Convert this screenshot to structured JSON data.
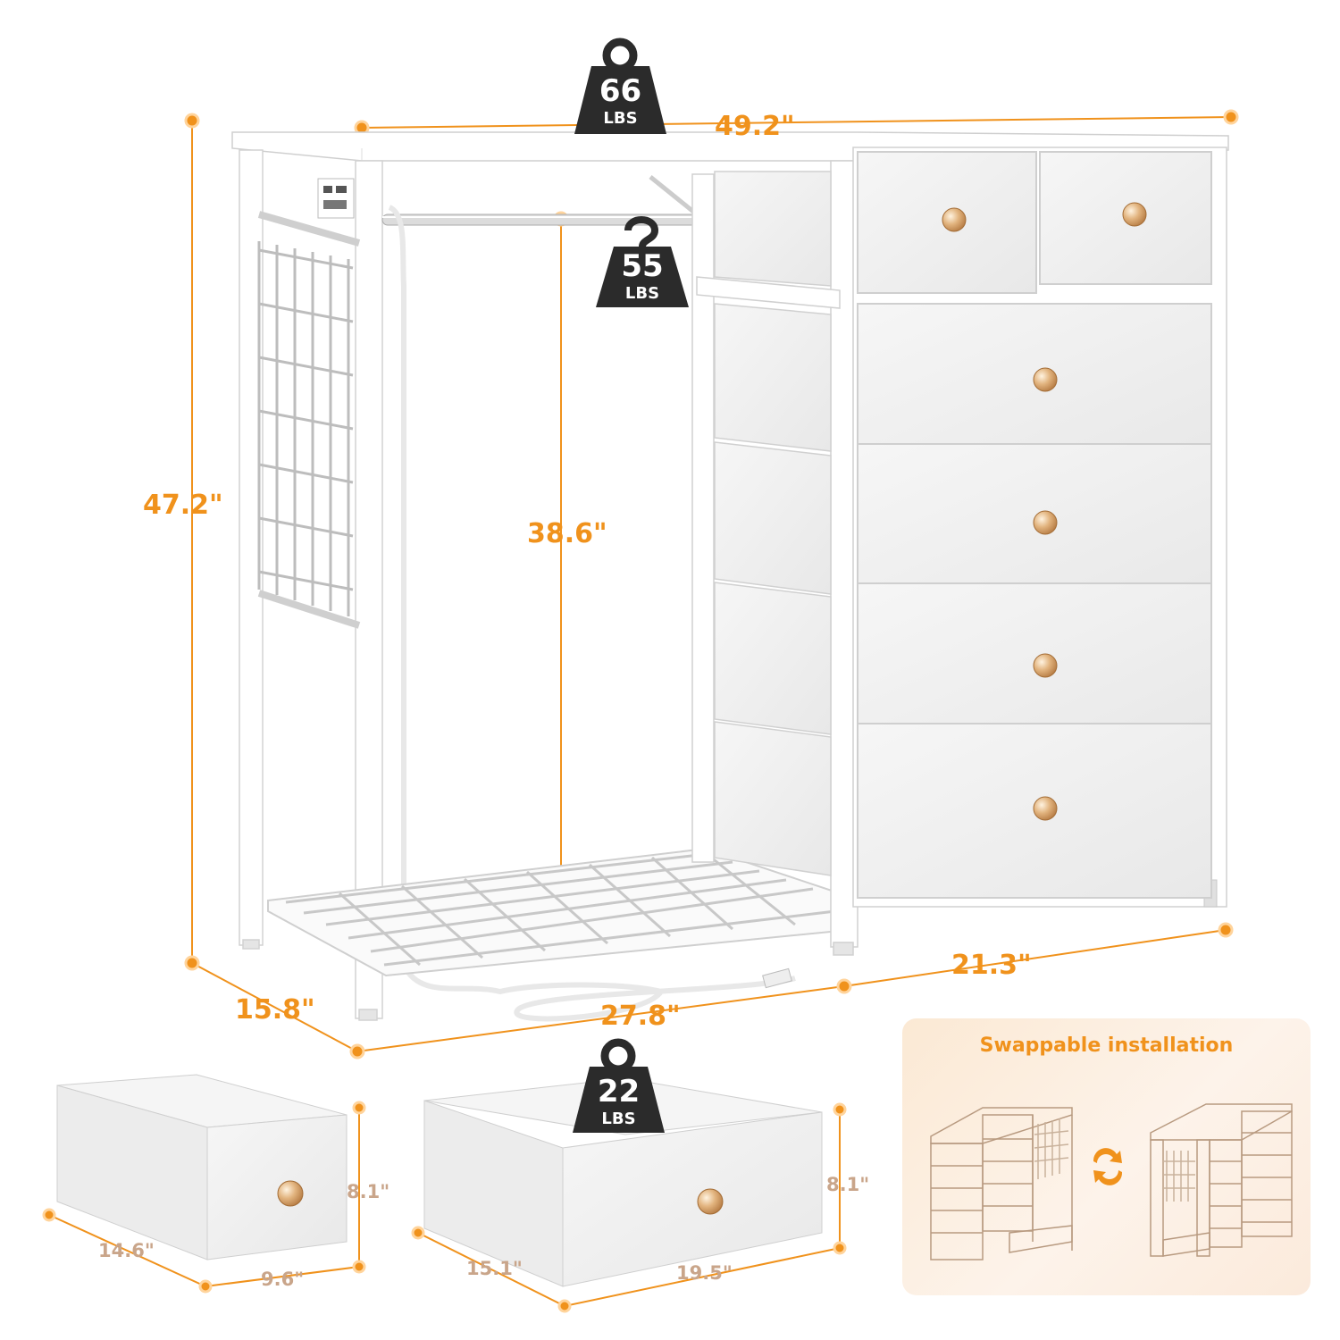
{
  "product": {
    "total_width": "49.2\"",
    "height": "47.2\"",
    "depth": "15.8\"",
    "hanging_height": "38.6\"",
    "open_section_width": "27.8\"",
    "drawer_section_width": "21.3\"",
    "top_load": {
      "value": "66",
      "unit": "LBS"
    },
    "rod_load": {
      "value": "55",
      "unit": "LBS"
    }
  },
  "small_drawer": {
    "depth": "14.6\"",
    "width": "9.6\"",
    "height": "8.1\""
  },
  "large_drawer": {
    "depth": "15.1\"",
    "width": "19.5\"",
    "height": "8.1\"",
    "load": {
      "value": "22",
      "unit": "LBS"
    }
  },
  "swap_panel": {
    "title": "Swappable installation"
  },
  "colors": {
    "accent": "#f0921c",
    "weight_badge": "#2b2b2b",
    "knob": "#d9a776",
    "frame": "#ffffff",
    "fabric": "#f1f1f1"
  }
}
